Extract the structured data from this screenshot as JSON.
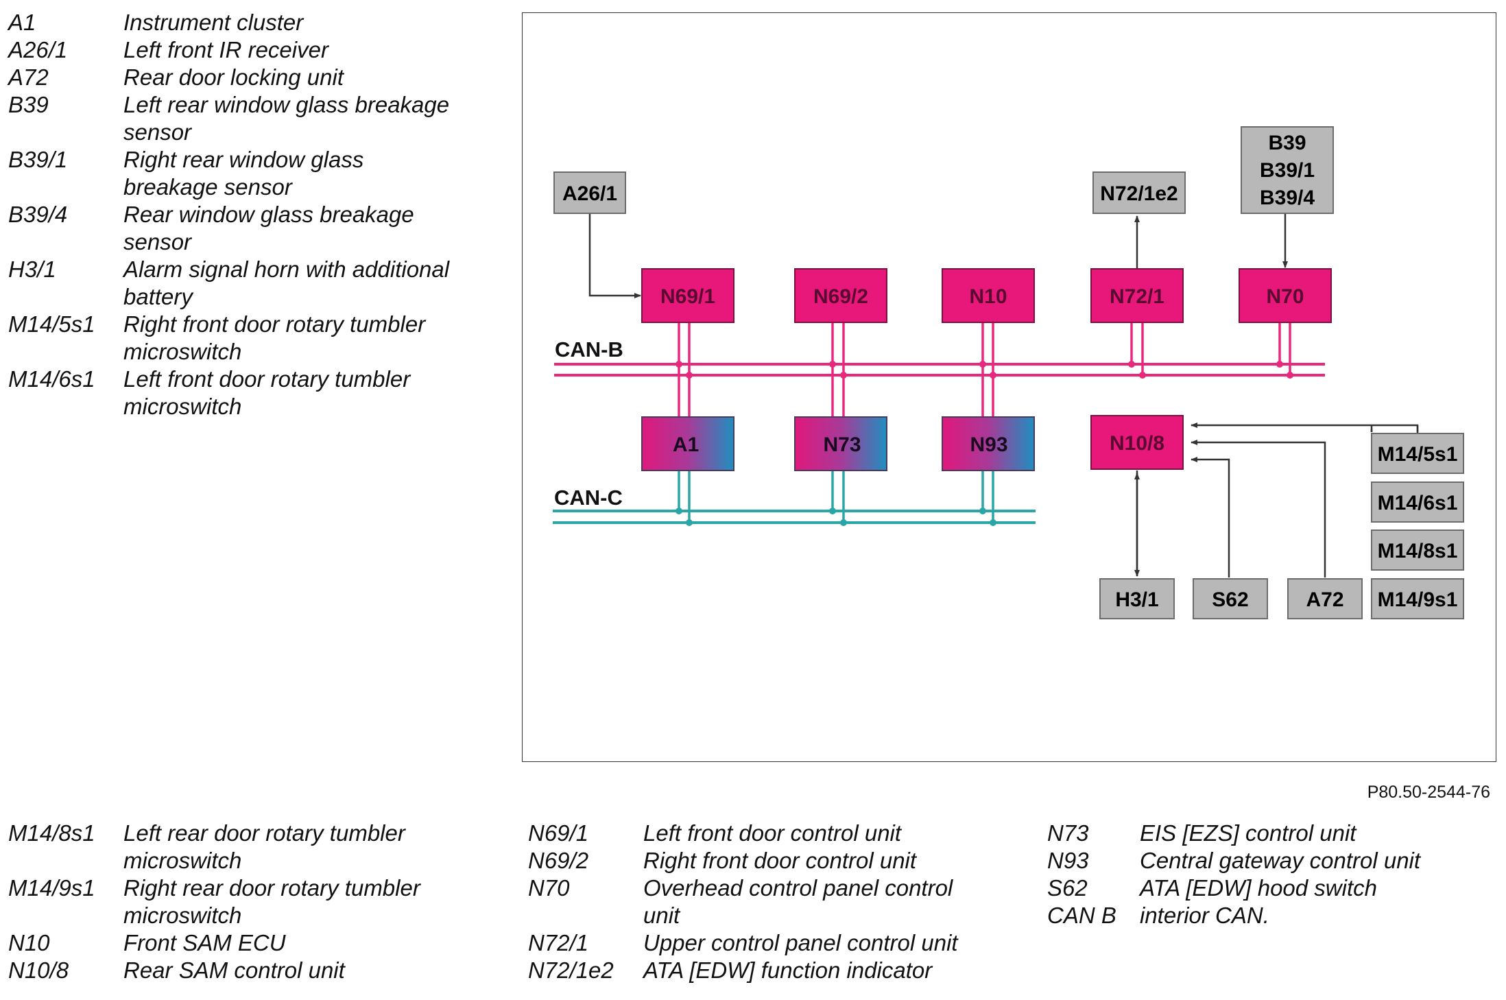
{
  "legend_left_top": [
    {
      "code": "A1",
      "desc": "Instrument cluster"
    },
    {
      "code": "A26/1",
      "desc": "Left front IR receiver"
    },
    {
      "code": "A72",
      "desc": "Rear door locking unit"
    },
    {
      "code": "B39",
      "desc": "Left rear window glass breakage sensor"
    },
    {
      "code": "B39/1",
      "desc": "Right rear window glass breakage sensor"
    },
    {
      "code": "B39/4",
      "desc": "Rear window glass breakage sensor"
    },
    {
      "code": "H3/1",
      "desc": "Alarm signal horn with additional battery"
    },
    {
      "code": "M14/5s1",
      "desc": "Right front door rotary tumbler microswitch"
    },
    {
      "code": "M14/6s1",
      "desc": "Left front door rotary tumbler microswitch"
    }
  ],
  "legend_left_bottom": [
    {
      "code": "M14/8s1",
      "desc": "Left rear door rotary tumbler microswitch"
    },
    {
      "code": "M14/9s1",
      "desc": "Right rear door rotary tumbler microswitch"
    },
    {
      "code": "N10",
      "desc": "Front SAM ECU"
    },
    {
      "code": "N10/8",
      "desc": "Rear SAM control unit"
    }
  ],
  "legend_mid_bottom": [
    {
      "code": "N69/1",
      "desc": "Left front door control unit"
    },
    {
      "code": "N69/2",
      "desc": "Right front door control unit"
    },
    {
      "code": "N70",
      "desc": "Overhead control panel control unit"
    },
    {
      "code": "N72/1",
      "desc": "Upper control panel control unit"
    },
    {
      "code": "N72/1e2",
      "desc": "ATA [EDW] function indicator"
    }
  ],
  "legend_right_bottom": [
    {
      "code": "N73",
      "desc": "EIS [EZS] control unit"
    },
    {
      "code": "N93",
      "desc": "Central gateway control unit"
    },
    {
      "code": "S62",
      "desc": "ATA [EDW] hood switch"
    },
    {
      "code": "CAN B",
      "desc": "interior CAN."
    }
  ],
  "figure_ref": "P80.50-2544-76",
  "diagram": {
    "bus_labels": {
      "can_b": "CAN-B",
      "can_c": "CAN-C"
    },
    "nodes": {
      "a26_1": "A26/1",
      "n69_1": "N69/1",
      "n69_2": "N69/2",
      "n10": "N10",
      "n72_1": "N72/1",
      "n70": "N70",
      "n72_1e2": "N72/1e2",
      "b39_group": [
        "B39",
        "B39/1",
        "B39/4"
      ],
      "a1": "A1",
      "n73": "N73",
      "n93": "N93",
      "n10_8": "N10/8",
      "m14_5s1": "M14/5s1",
      "m14_6s1": "M14/6s1",
      "m14_8s1": "M14/8s1",
      "m14_9s1": "M14/9s1",
      "h3_1": "H3/1",
      "s62": "S62",
      "a72": "A72"
    },
    "colors": {
      "can_b": "#e8287c",
      "can_c": "#2aa6a6",
      "control_unit": "#e8177a",
      "control_unit_border": "#7a1040",
      "peripheral": "#b8b8b8",
      "peripheral_border": "#6b6b6b",
      "gradient_start": "#e0187c",
      "gradient_end": "#1f8fc0"
    }
  }
}
